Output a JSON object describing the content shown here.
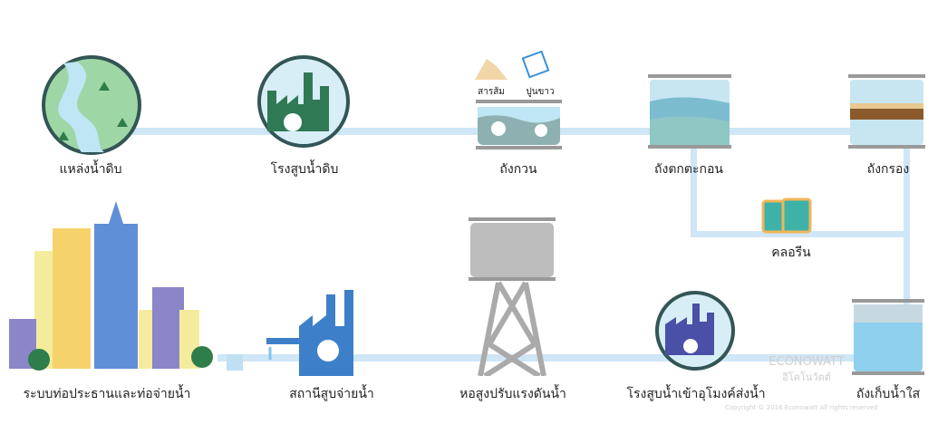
{
  "stages_top": [
    {
      "label": "แหล่งน้ำดิบ"
    },
    {
      "label": "โรงสูบน้ำดิบ"
    },
    {
      "label": "ถังกวน"
    },
    {
      "label": "ถังตกตะกอน"
    },
    {
      "label": "ถังกรอง"
    }
  ],
  "chemicals": {
    "alum": "สารส้ม",
    "lime": "ปูนขาว",
    "chlorine": "คลอรีน"
  },
  "stages_bottom": [
    {
      "label": "ระบบท่อประธานและท่อจ่ายน้ำ"
    },
    {
      "label": "สถานีสูบจ่ายน้ำ"
    },
    {
      "label": "หอสูงปรับแรงดันน้ำ"
    },
    {
      "label": "โรงสูบน้ำเข้าอุโมงค์ส่งน้ำ"
    },
    {
      "label": "ถังเก็บน้ำใส"
    }
  ],
  "watermark": {
    "brand": "ECONOWATT",
    "brand_thai": "อีโคโนวัตต์",
    "copyright": "Copyright © 2016 Econowatt All rights reserved"
  },
  "colors": {
    "pipe": "#cfe6f6",
    "water": "#8fd0ee",
    "factory": "#2f7a55",
    "blue": "#3d7fc8"
  }
}
